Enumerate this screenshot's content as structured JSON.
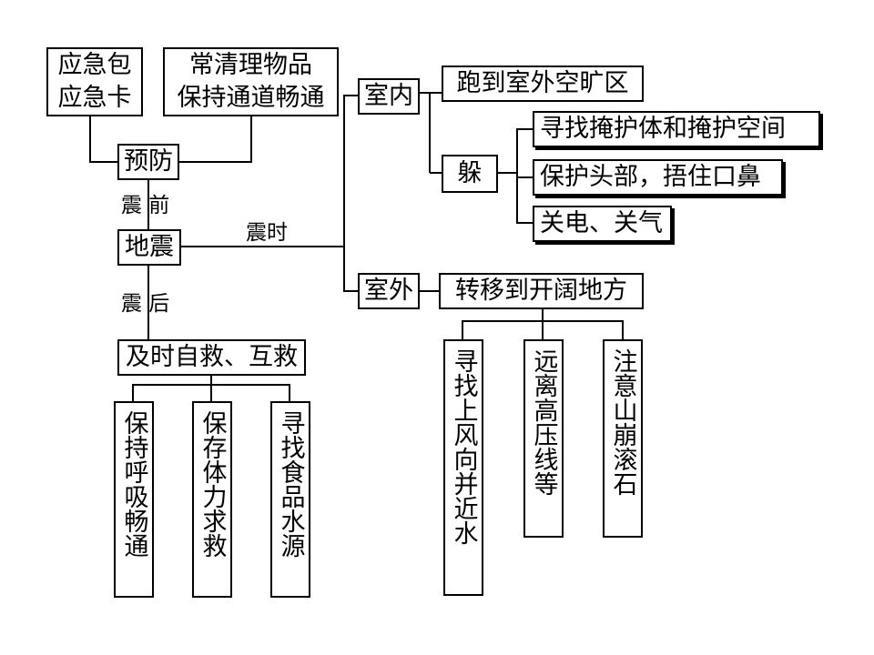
{
  "nodes": {
    "emergency_kit": "应急包\n应急卡",
    "clear_items": "常清理物品\n保持通道畅通",
    "prevention": "预防",
    "earthquake": "地震",
    "indoor": "室内",
    "run_outside": "跑到室外空旷区",
    "hide": "躲",
    "find_shelter": "寻找掩护体和掩护空间",
    "protect_head": "保护头部，捂住口鼻",
    "power_gas": "关电、关气",
    "outdoor": "室外",
    "move_open": "转移到开阔地方",
    "self_rescue": "及时自救、互救",
    "keep_breathing": "保持呼吸畅通",
    "save_strength": "保存体力求救",
    "find_food": "寻找食品水源",
    "upwind_water": "寻找上风向并近水",
    "away_power": "远离高压线等",
    "rockfall": "注意山崩滚石"
  },
  "labels": {
    "before": "震 前",
    "during": "震时",
    "after": "震 后"
  }
}
